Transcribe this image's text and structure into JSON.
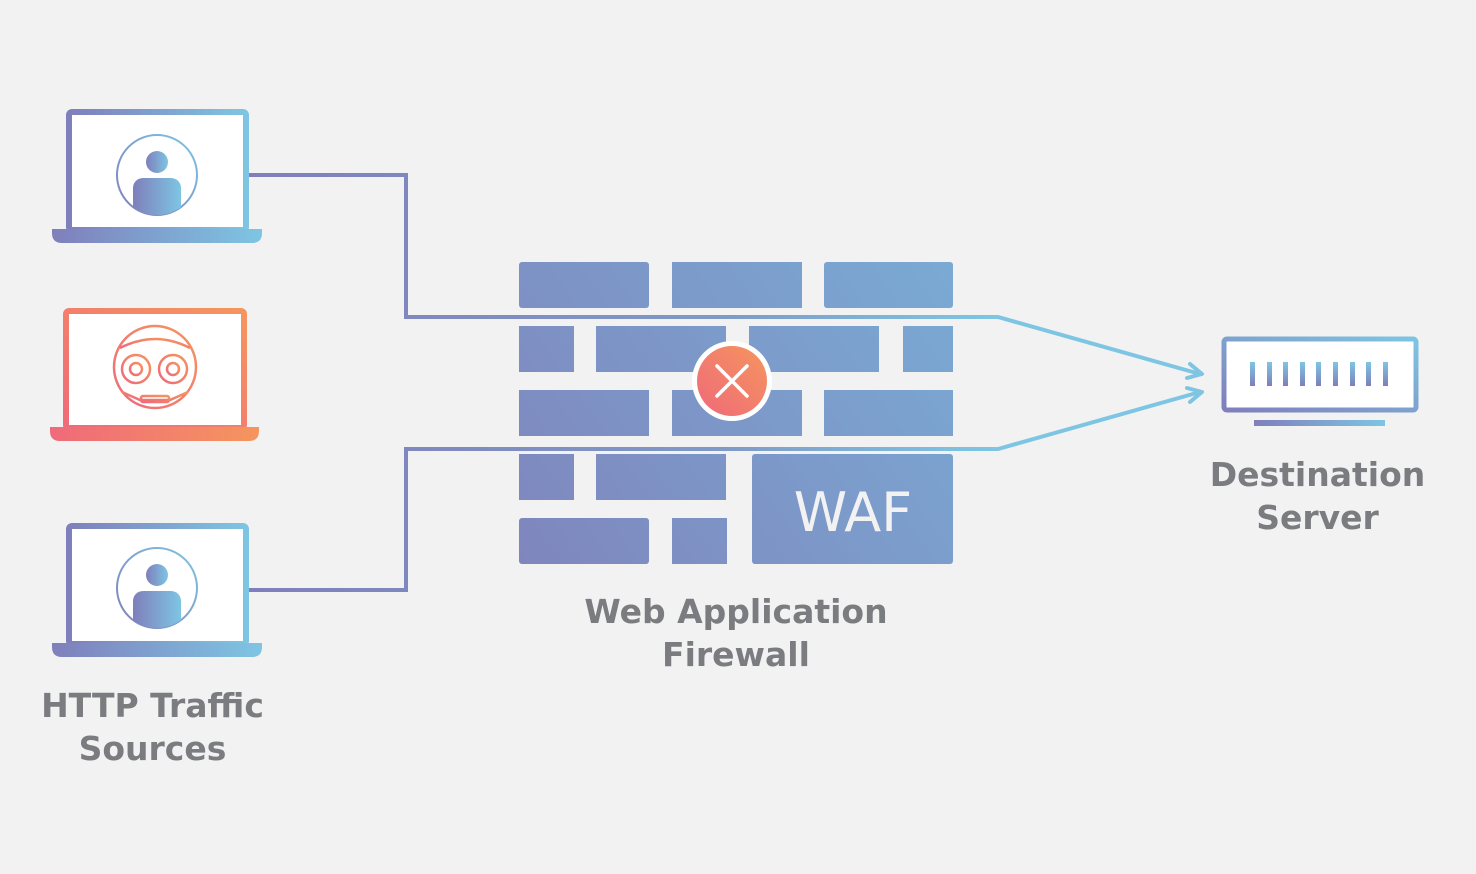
{
  "diagram": {
    "title": "Web Application Firewall traffic flow",
    "colors": {
      "background": "#f2f2f2",
      "legit_gradient_start": "#7f7fbb",
      "legit_gradient_end": "#7ec5e3",
      "bot_gradient_start": "#ef6a7a",
      "bot_gradient_end": "#f5955e",
      "wall_gradient_start": "#7f86bd",
      "wall_gradient_end": "#7aaad4",
      "label_text": "#7b7c80",
      "block_badge": "#f07a6e"
    },
    "sources": {
      "label_line1": "HTTP Traffic",
      "label_line2": "Sources",
      "items": [
        {
          "type": "user",
          "icon": "user-icon",
          "status": "allowed"
        },
        {
          "type": "bot",
          "icon": "bot-icon",
          "status": "blocked"
        },
        {
          "type": "user",
          "icon": "user-icon",
          "status": "allowed"
        }
      ]
    },
    "firewall": {
      "badge_text": "WAF",
      "label_line1": "Web Application",
      "label_line2": "Firewall",
      "block_icon": "close-icon"
    },
    "destination": {
      "label_line1": "Destination",
      "label_line2": "Server",
      "icon": "server-icon"
    }
  }
}
